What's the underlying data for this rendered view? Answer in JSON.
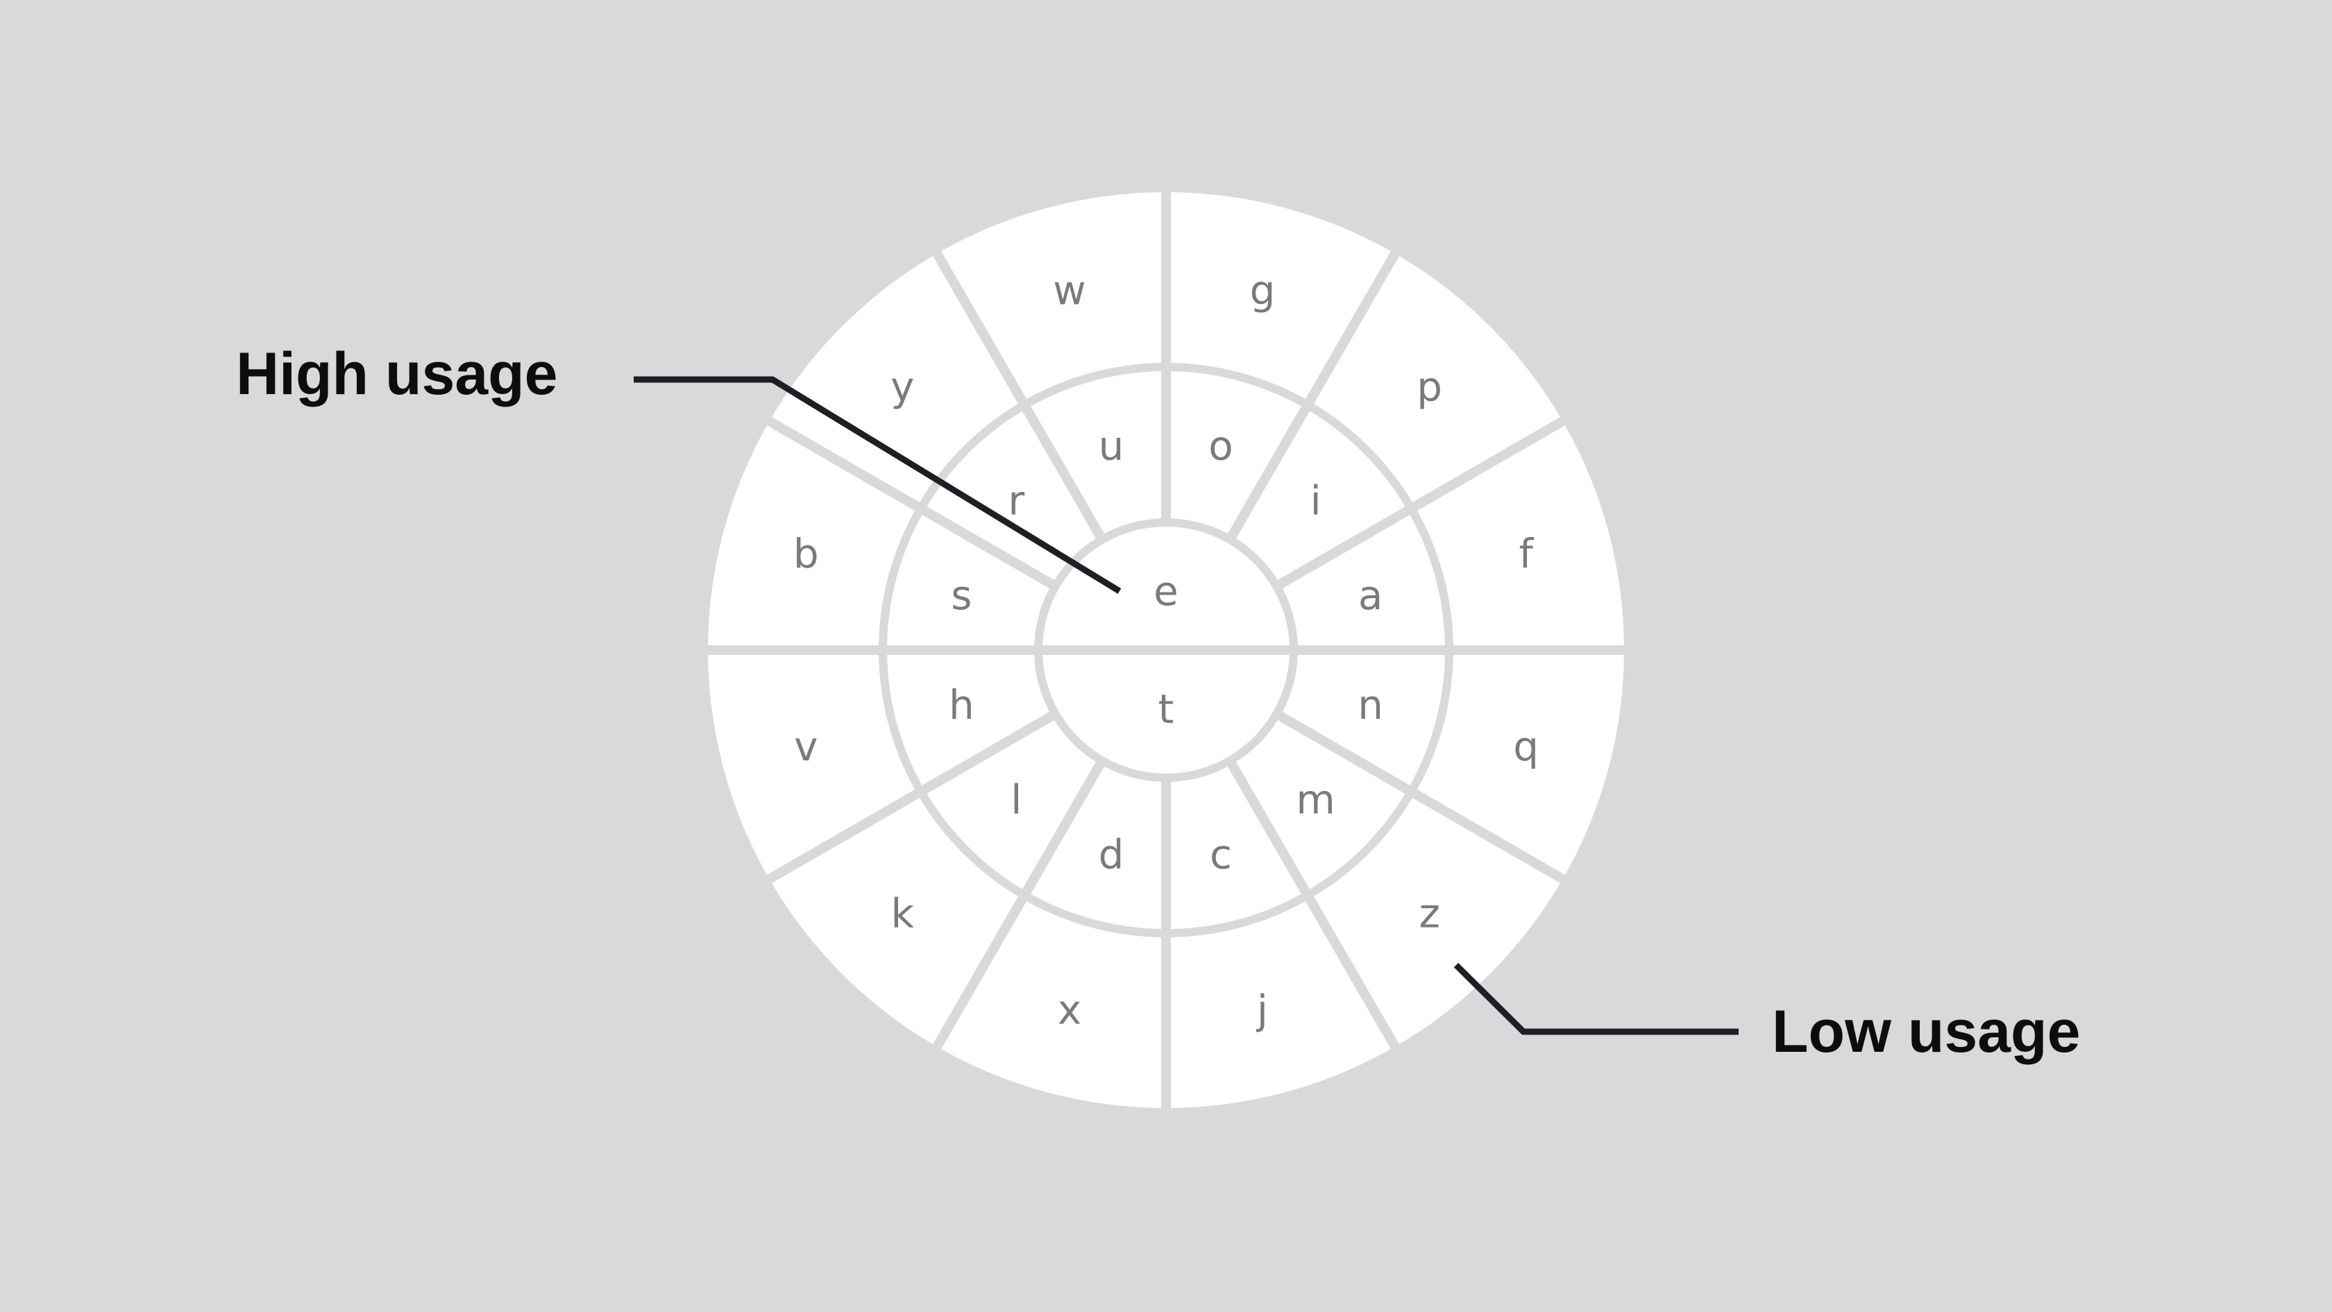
{
  "colors": {
    "background": "#d9d8db",
    "key_fill": "#ffffff",
    "key_text": "#7a7a7a",
    "callout_text": "#0d0d0d",
    "leader_line": "#1e1e24"
  },
  "keyboard": {
    "center": {
      "top": "e",
      "bottom": "t"
    },
    "middle_ring": [
      "a",
      "i",
      "o",
      "u",
      "r",
      "s",
      "h",
      "l",
      "d",
      "c",
      "m",
      "n"
    ],
    "outer_ring": [
      "f",
      "p",
      "g",
      "w",
      "y",
      "b",
      "v",
      "k",
      "x",
      "j",
      "z",
      "q"
    ]
  },
  "callouts": {
    "high": "High usage",
    "low": "Low usage"
  }
}
